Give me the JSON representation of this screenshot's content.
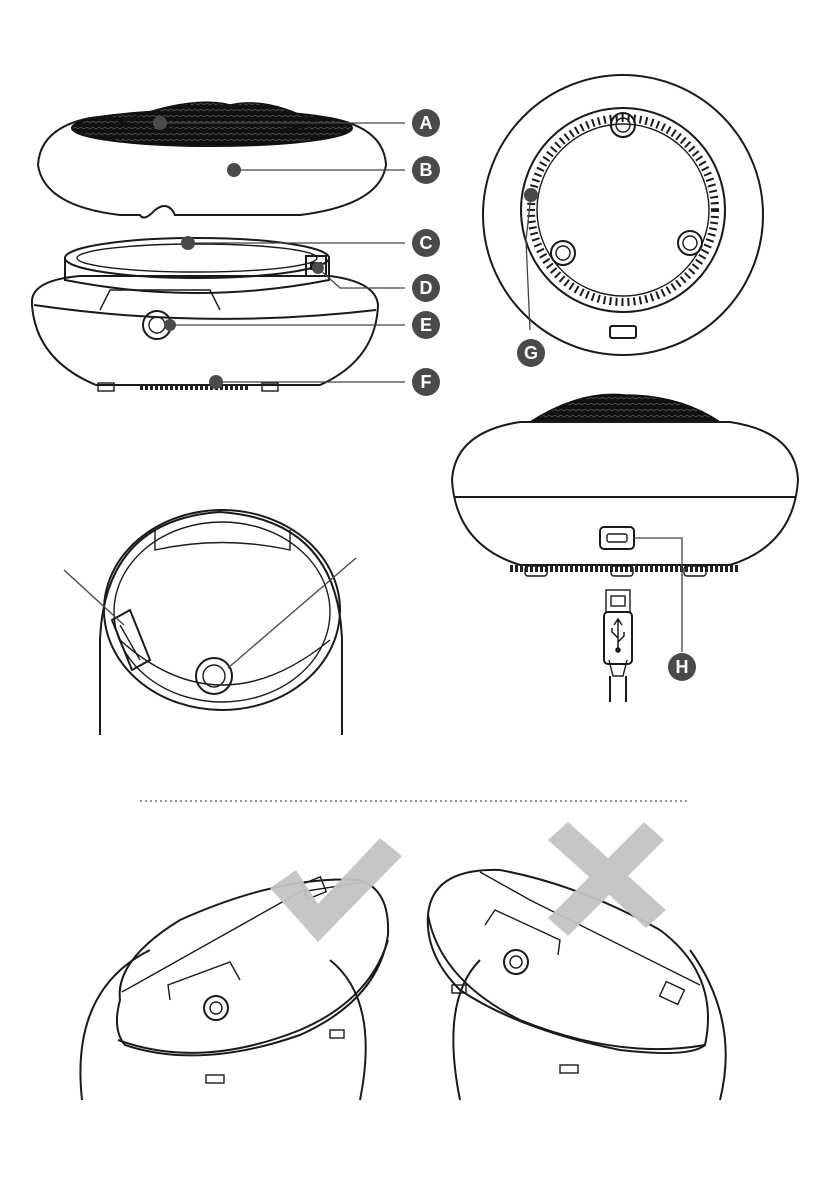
{
  "callouts": {
    "a": "A",
    "b": "B",
    "c": "C",
    "d": "D",
    "e": "E",
    "f": "F",
    "g": "G",
    "h": "H"
  },
  "colors": {
    "line": "#1a1a1a",
    "callout_fill": "#4a4a4a",
    "mark_gray": "#c3c3c3",
    "dotted_rule": "#555555"
  },
  "icons": {
    "usb": "usb-icon",
    "check": "check-mark-icon",
    "cross": "cross-mark-icon"
  }
}
